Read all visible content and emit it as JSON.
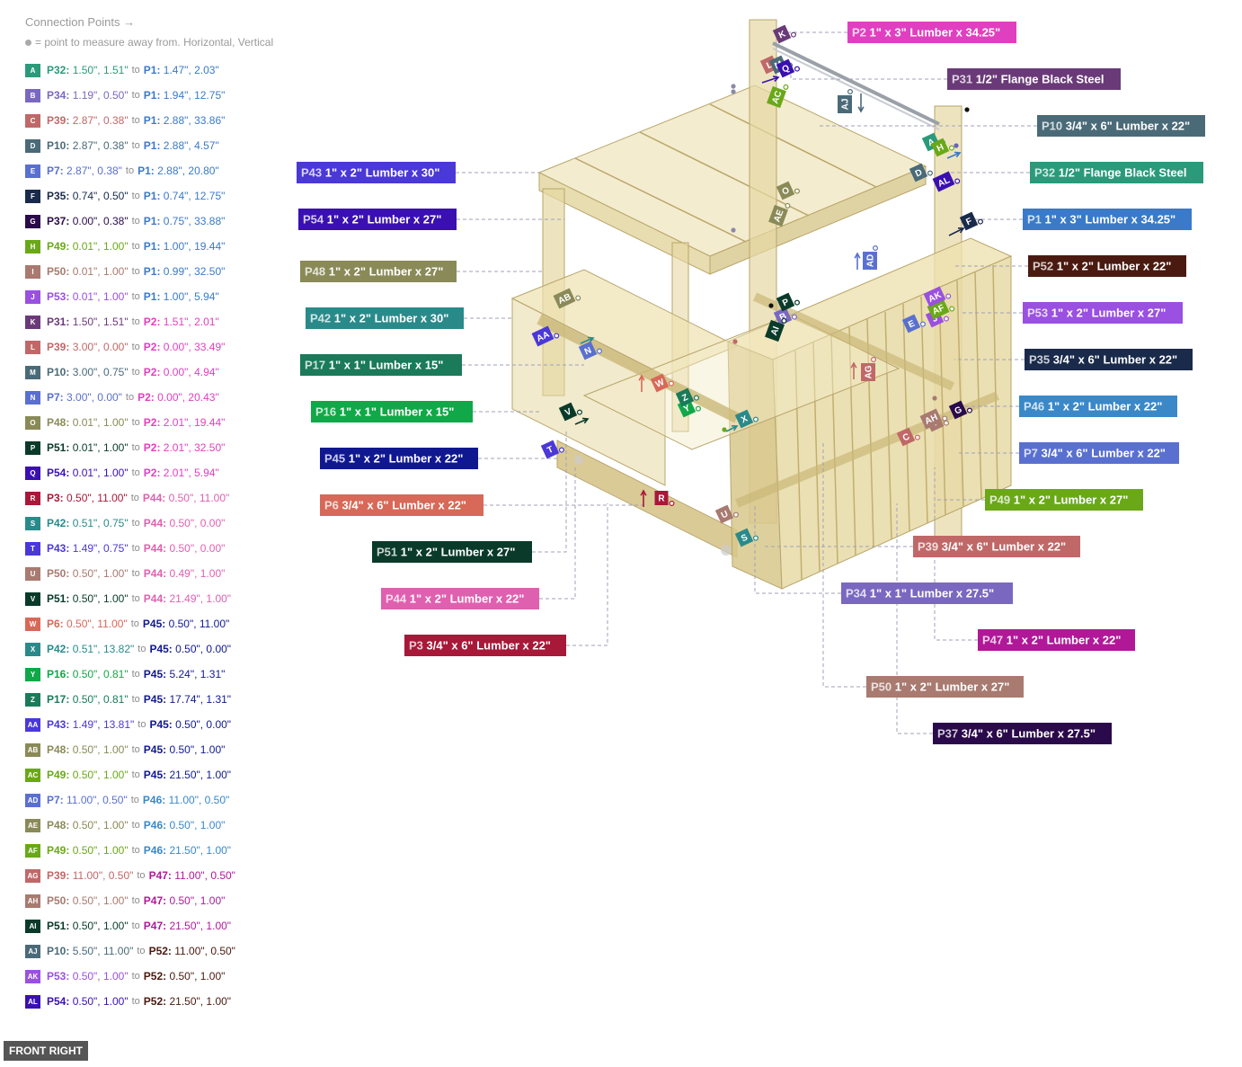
{
  "legend": {
    "title": "Connection Points →",
    "subtitle": "= point to measure away from. Horizontal, Vertical"
  },
  "connections": [
    {
      "id": "A",
      "color": "#2a9a7a",
      "a": "P32",
      "ac": "#2a9a7a",
      "av": "1.50\", 1.51\"",
      "b": "P1",
      "bc": "#3a7ac8",
      "bv": "1.47\", 2.03\""
    },
    {
      "id": "B",
      "color": "#7a68c0",
      "a": "P34",
      "ac": "#7a68c0",
      "av": "1.19\", 0.50\"",
      "b": "P1",
      "bc": "#3a7ac8",
      "bv": "1.94\", 12.75\""
    },
    {
      "id": "C",
      "color": "#c06868",
      "a": "P39",
      "ac": "#c06868",
      "av": "2.87\", 0.38\"",
      "b": "P1",
      "bc": "#3a7ac8",
      "bv": "2.88\", 33.86\""
    },
    {
      "id": "D",
      "color": "#4a6a78",
      "a": "P10",
      "ac": "#4a6a78",
      "av": "2.87\", 0.38\"",
      "b": "P1",
      "bc": "#3a7ac8",
      "bv": "2.88\", 4.57\""
    },
    {
      "id": "E",
      "color": "#5a70d0",
      "a": "P7",
      "ac": "#5a70d0",
      "av": "2.87\", 0.38\"",
      "b": "P1",
      "bc": "#3a7ac8",
      "bv": "2.88\", 20.80\""
    },
    {
      "id": "F",
      "color": "#1a2a4a",
      "a": "P35",
      "ac": "#1a2a4a",
      "av": "0.74\", 0.50\"",
      "b": "P1",
      "bc": "#3a7ac8",
      "bv": "0.74\", 12.75\""
    },
    {
      "id": "G",
      "color": "#2a0a4a",
      "a": "P37",
      "ac": "#2a0a4a",
      "av": "0.00\", 0.38\"",
      "b": "P1",
      "bc": "#3a7ac8",
      "bv": "0.75\", 33.88\""
    },
    {
      "id": "H",
      "color": "#6aa818",
      "a": "P49",
      "ac": "#6aa818",
      "av": "0.01\", 1.00\"",
      "b": "P1",
      "bc": "#3a7ac8",
      "bv": "1.00\", 19.44\""
    },
    {
      "id": "I",
      "color": "#a87a70",
      "a": "P50",
      "ac": "#a87a70",
      "av": "0.01\", 1.00\"",
      "b": "P1",
      "bc": "#3a7ac8",
      "bv": "0.99\", 32.50\""
    },
    {
      "id": "J",
      "color": "#9a50e0",
      "a": "P53",
      "ac": "#9a50e0",
      "av": "0.01\", 1.00\"",
      "b": "P1",
      "bc": "#3a7ac8",
      "bv": "1.00\", 5.94\""
    },
    {
      "id": "K",
      "color": "#6a3a78",
      "a": "P31",
      "ac": "#6a3a78",
      "av": "1.50\", 1.51\"",
      "b": "P2",
      "bc": "#e040c0",
      "bv": "1.51\", 2.01\""
    },
    {
      "id": "L",
      "color": "#c06868",
      "a": "P39",
      "ac": "#c06868",
      "av": "3.00\", 0.00\"",
      "b": "P2",
      "bc": "#e040c0",
      "bv": "0.00\", 33.49\""
    },
    {
      "id": "M",
      "color": "#4a6a78",
      "a": "P10",
      "ac": "#4a6a78",
      "av": "3.00\", 0.75\"",
      "b": "P2",
      "bc": "#e040c0",
      "bv": "0.00\", 4.94\""
    },
    {
      "id": "N",
      "color": "#5a70d0",
      "a": "P7",
      "ac": "#5a70d0",
      "av": "3.00\", 0.00\"",
      "b": "P2",
      "bc": "#e040c0",
      "bv": "0.00\", 20.43\""
    },
    {
      "id": "O",
      "color": "#8a8a58",
      "a": "P48",
      "ac": "#8a8a58",
      "av": "0.01\", 1.00\"",
      "b": "P2",
      "bc": "#e040c0",
      "bv": "2.01\", 19.44\""
    },
    {
      "id": "P",
      "color": "#0a3a2a",
      "a": "P51",
      "ac": "#0a3a2a",
      "av": "0.01\", 1.00\"",
      "b": "P2",
      "bc": "#e040c0",
      "bv": "2.01\", 32.50\""
    },
    {
      "id": "Q",
      "color": "#3a10b0",
      "a": "P54",
      "ac": "#3a10b0",
      "av": "0.01\", 1.00\"",
      "b": "P2",
      "bc": "#e040c0",
      "bv": "2.01\", 5.94\""
    },
    {
      "id": "R",
      "color": "#a81838",
      "a": "P3",
      "ac": "#a81838",
      "av": "0.50\", 11.00\"",
      "b": "P44",
      "bc": "#e060b0",
      "bv": "0.50\", 11.00\""
    },
    {
      "id": "S",
      "color": "#2a8a8a",
      "a": "P42",
      "ac": "#2a8a8a",
      "av": "0.51\", 0.75\"",
      "b": "P44",
      "bc": "#e060b0",
      "bv": "0.50\", 0.00\""
    },
    {
      "id": "T",
      "color": "#4a38d8",
      "a": "P43",
      "ac": "#4a38d8",
      "av": "1.49\", 0.75\"",
      "b": "P44",
      "bc": "#e060b0",
      "bv": "0.50\", 0.00\""
    },
    {
      "id": "U",
      "color": "#a87a70",
      "a": "P50",
      "ac": "#a87a70",
      "av": "0.50\", 1.00\"",
      "b": "P44",
      "bc": "#e060b0",
      "bv": "0.49\", 1.00\""
    },
    {
      "id": "V",
      "color": "#0a3a2a",
      "a": "P51",
      "ac": "#0a3a2a",
      "av": "0.50\", 1.00\"",
      "b": "P44",
      "bc": "#e060b0",
      "bv": "21.49\", 1.00\""
    },
    {
      "id": "W",
      "color": "#d86858",
      "a": "P6",
      "ac": "#d86858",
      "av": "0.50\", 11.00\"",
      "b": "P45",
      "bc": "#101890",
      "bv": "0.50\", 11.00\""
    },
    {
      "id": "X",
      "color": "#2a8a8a",
      "a": "P42",
      "ac": "#2a8a8a",
      "av": "0.51\", 13.82\"",
      "b": "P45",
      "bc": "#101890",
      "bv": "0.50\", 0.00\""
    },
    {
      "id": "Y",
      "color": "#10a848",
      "a": "P16",
      "ac": "#10a848",
      "av": "0.50\", 0.81\"",
      "b": "P45",
      "bc": "#101890",
      "bv": "5.24\", 1.31\""
    },
    {
      "id": "Z",
      "color": "#1a7a5a",
      "a": "P17",
      "ac": "#1a7a5a",
      "av": "0.50\", 0.81\"",
      "b": "P45",
      "bc": "#101890",
      "bv": "17.74\", 1.31\""
    },
    {
      "id": "AA",
      "color": "#4a38d8",
      "a": "P43",
      "ac": "#4a38d8",
      "av": "1.49\", 13.81\"",
      "b": "P45",
      "bc": "#101890",
      "bv": "0.50\", 0.00\""
    },
    {
      "id": "AB",
      "color": "#8a8a58",
      "a": "P48",
      "ac": "#8a8a58",
      "av": "0.50\", 1.00\"",
      "b": "P45",
      "bc": "#101890",
      "bv": "0.50\", 1.00\""
    },
    {
      "id": "AC",
      "color": "#6aa818",
      "a": "P49",
      "ac": "#6aa818",
      "av": "0.50\", 1.00\"",
      "b": "P45",
      "bc": "#101890",
      "bv": "21.50\", 1.00\""
    },
    {
      "id": "AD",
      "color": "#5a70d0",
      "a": "P7",
      "ac": "#5a70d0",
      "av": "11.00\", 0.50\"",
      "b": "P46",
      "bc": "#3a88c8",
      "bv": "11.00\", 0.50\""
    },
    {
      "id": "AE",
      "color": "#8a8a58",
      "a": "P48",
      "ac": "#8a8a58",
      "av": "0.50\", 1.00\"",
      "b": "P46",
      "bc": "#3a88c8",
      "bv": "0.50\", 1.00\""
    },
    {
      "id": "AF",
      "color": "#6aa818",
      "a": "P49",
      "ac": "#6aa818",
      "av": "0.50\", 1.00\"",
      "b": "P46",
      "bc": "#3a88c8",
      "bv": "21.50\", 1.00\""
    },
    {
      "id": "AG",
      "color": "#c06868",
      "a": "P39",
      "ac": "#c06868",
      "av": "11.00\", 0.50\"",
      "b": "P47",
      "bc": "#b01898",
      "bv": "11.00\", 0.50\""
    },
    {
      "id": "AH",
      "color": "#a87a70",
      "a": "P50",
      "ac": "#a87a70",
      "av": "0.50\", 1.00\"",
      "b": "P47",
      "bc": "#b01898",
      "bv": "0.50\", 1.00\""
    },
    {
      "id": "AI",
      "color": "#0a3a2a",
      "a": "P51",
      "ac": "#0a3a2a",
      "av": "0.50\", 1.00\"",
      "b": "P47",
      "bc": "#b01898",
      "bv": "21.50\", 1.00\""
    },
    {
      "id": "AJ",
      "color": "#4a6a78",
      "a": "P10",
      "ac": "#4a6a78",
      "av": "5.50\", 11.00\"",
      "b": "P52",
      "bc": "#4a1a10",
      "bv": "11.00\", 0.50\""
    },
    {
      "id": "AK",
      "color": "#9a50e0",
      "a": "P53",
      "ac": "#9a50e0",
      "av": "0.50\", 1.00\"",
      "b": "P52",
      "bc": "#4a1a10",
      "bv": "0.50\", 1.00\""
    },
    {
      "id": "AL",
      "color": "#3a10b0",
      "a": "P54",
      "ac": "#3a10b0",
      "av": "0.50\", 1.00\"",
      "b": "P52",
      "bc": "#4a1a10",
      "bv": "21.50\", 1.00\""
    }
  ],
  "part_labels": [
    {
      "id": "P2",
      "desc": "1\" x 3\" Lumber x 34.25\"",
      "color": "#e040c0"
    },
    {
      "id": "P31",
      "desc": "1/2\" Flange Black Steel",
      "color": "#6a3a78"
    },
    {
      "id": "P10",
      "desc": "3/4\" x 6\" Lumber x 22\"",
      "color": "#4a6a78"
    },
    {
      "id": "P43",
      "desc": "1\" x 2\" Lumber x 30\"",
      "color": "#4a38d8"
    },
    {
      "id": "P32",
      "desc": "1/2\" Flange Black Steel",
      "color": "#2a9a7a"
    },
    {
      "id": "P54",
      "desc": "1\" x 2\" Lumber x 27\"",
      "color": "#3a10b0"
    },
    {
      "id": "P1",
      "desc": "1\" x 3\" Lumber x 34.25\"",
      "color": "#3a7ac8"
    },
    {
      "id": "P48",
      "desc": "1\" x 2\" Lumber x 27\"",
      "color": "#8a8a58"
    },
    {
      "id": "P52",
      "desc": "1\" x 2\" Lumber x 22\"",
      "color": "#4a1a10"
    },
    {
      "id": "P42",
      "desc": "1\" x 2\" Lumber x 30\"",
      "color": "#2a8a8a"
    },
    {
      "id": "P53",
      "desc": "1\" x 2\" Lumber x 27\"",
      "color": "#9a50e0"
    },
    {
      "id": "P17",
      "desc": "1\" x 1\" Lumber  x 15\"",
      "color": "#1a7a5a"
    },
    {
      "id": "P35",
      "desc": "3/4\" x 6\" Lumber x 22\"",
      "color": "#1a2a4a"
    },
    {
      "id": "P16",
      "desc": "1\" x 1\" Lumber  x 15\"",
      "color": "#10a848"
    },
    {
      "id": "P46",
      "desc": "1\" x 2\" Lumber x 22\"",
      "color": "#3a88c8"
    },
    {
      "id": "P45",
      "desc": "1\" x 2\" Lumber x 22\"",
      "color": "#101890"
    },
    {
      "id": "P7",
      "desc": "3/4\" x 6\" Lumber x 22\"",
      "color": "#5a70d0"
    },
    {
      "id": "P6",
      "desc": "3/4\" x 6\" Lumber x 22\"",
      "color": "#d86858"
    },
    {
      "id": "P49",
      "desc": "1\" x 2\" Lumber x 27\"",
      "color": "#6aa818"
    },
    {
      "id": "P51",
      "desc": "1\" x 2\" Lumber x 27\"",
      "color": "#0a3a2a"
    },
    {
      "id": "P39",
      "desc": "3/4\" x 6\" Lumber x 22\"",
      "color": "#c06868"
    },
    {
      "id": "P44",
      "desc": "1\" x 2\" Lumber x 22\"",
      "color": "#e060b0"
    },
    {
      "id": "P34",
      "desc": "1\" x 1\" Lumber  x 27.5\"",
      "color": "#7a68c0"
    },
    {
      "id": "P3",
      "desc": "3/4\" x 6\" Lumber x 22\"",
      "color": "#a81838"
    },
    {
      "id": "P47",
      "desc": "1\" x 2\" Lumber x 22\"",
      "color": "#b01898"
    },
    {
      "id": "P50",
      "desc": "1\" x 2\" Lumber x 27\"",
      "color": "#a87a70"
    },
    {
      "id": "P37",
      "desc": "3/4\" x 6\" Lumber x 27.5\"",
      "color": "#2a0a4a"
    }
  ],
  "view_label": "FRONT RIGHT"
}
